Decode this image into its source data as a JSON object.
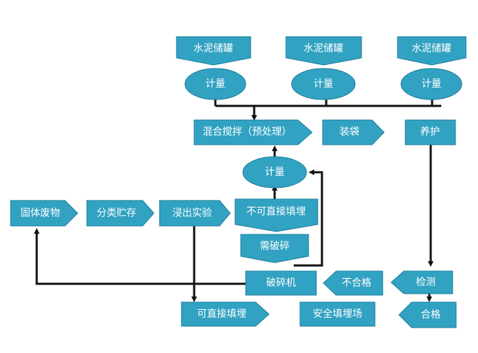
{
  "colors": {
    "node_fill": "#31A2C2",
    "node_stroke": "#1E7C98",
    "text": "#ffffff",
    "connector": "#111111"
  },
  "nodes": {
    "tank1": "水泥储罐",
    "tank2": "水泥储罐",
    "tank3": "水泥储罐",
    "meter1": "计量",
    "meter2": "计量",
    "meter3": "计量",
    "mix": "混合搅拌（预处理）",
    "bag": "装袋",
    "cure": "养护",
    "meter_mid": "计量",
    "solid_waste": "固体废物",
    "classify_store": "分类贮存",
    "leach_test": "浸出实验",
    "not_direct_fill": "不可直接填埋",
    "need_crush": "需破碎",
    "crusher": "破碎机",
    "unqualified": "不合格",
    "inspect": "检测",
    "direct_fill": "可直接填埋",
    "safe_landfill": "安全填埋场",
    "qualified": "合格"
  }
}
